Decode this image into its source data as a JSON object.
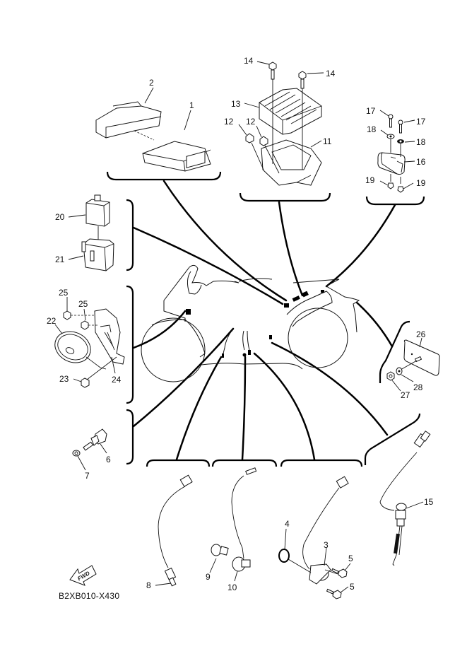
{
  "diagram": {
    "title": "Electrical parts exploded view",
    "drawing_code": "B2XB010-X430",
    "fwd_label": "FWD",
    "groups": {
      "ecu": {
        "parts": [
          "1",
          "2"
        ]
      },
      "rectifier": {
        "parts": [
          "11",
          "12",
          "13",
          "14"
        ]
      },
      "relay_bracket": {
        "parts": [
          "16",
          "17",
          "18",
          "19"
        ]
      },
      "relay": {
        "parts": [
          "20",
          "21"
        ]
      },
      "horn": {
        "parts": [
          "22",
          "23",
          "24",
          "25"
        ]
      },
      "temp_sensor": {
        "parts": [
          "6",
          "7"
        ]
      },
      "sensor_8": {
        "parts": [
          "8"
        ]
      },
      "sensor_9_10": {
        "parts": [
          "9",
          "10"
        ]
      },
      "sensor_3_4_5": {
        "parts": [
          "3",
          "4",
          "5"
        ]
      },
      "switch_15": {
        "parts": [
          "15"
        ]
      },
      "reflector": {
        "parts": [
          "26",
          "27",
          "28"
        ]
      }
    },
    "labels": {
      "p1": "1",
      "p2": "2",
      "p3": "3",
      "p4": "4",
      "p5a": "5",
      "p5b": "5",
      "p6": "6",
      "p7": "7",
      "p8": "8",
      "p9": "9",
      "p10": "10",
      "p11": "11",
      "p12a": "12",
      "p12b": "12",
      "p13": "13",
      "p14a": "14",
      "p14b": "14",
      "p15": "15",
      "p16": "16",
      "p17a": "17",
      "p17b": "17",
      "p18a": "18",
      "p18b": "18",
      "p19a": "19",
      "p19b": "19",
      "p20": "20",
      "p21": "21",
      "p22": "22",
      "p23": "23",
      "p24": "24",
      "p25a": "25",
      "p25b": "25",
      "p26": "26",
      "p27": "27",
      "p28": "28"
    }
  }
}
